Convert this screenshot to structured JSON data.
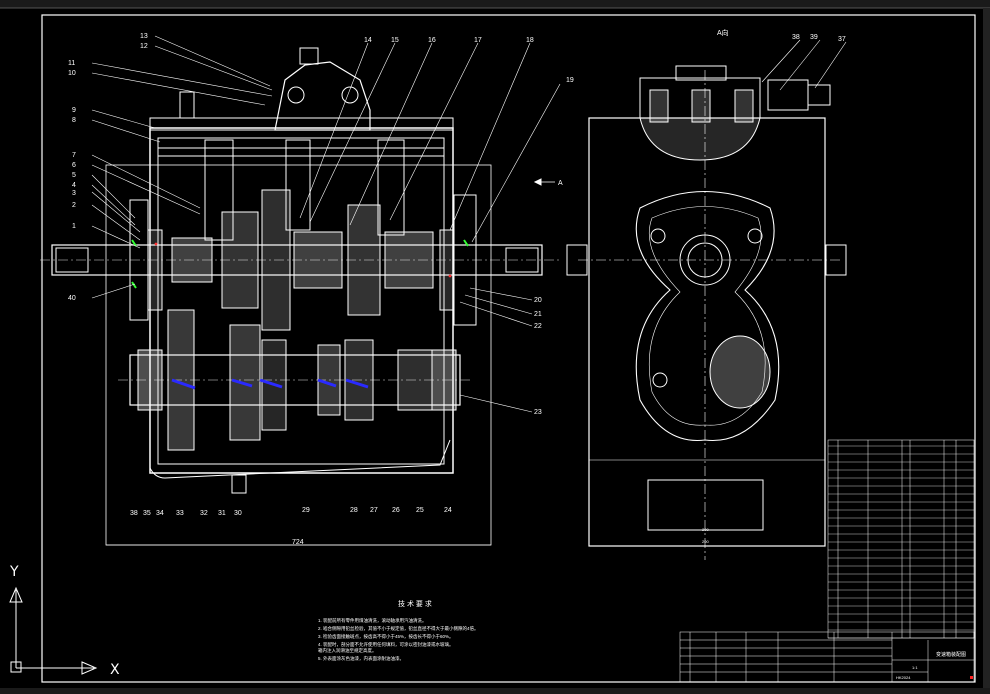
{
  "drawing": {
    "view_label": "A向",
    "arrow_label": "A",
    "section_width_dim": "724",
    "right_dims": [
      "200",
      "200"
    ]
  },
  "leader_numbers_top": [
    "13",
    "12",
    "11",
    "10",
    "9",
    "8",
    "7",
    "6",
    "5",
    "4",
    "3",
    "2",
    "1",
    "40",
    "14",
    "15",
    "16",
    "17",
    "18",
    "19"
  ],
  "leader_numbers_right": [
    "20",
    "21",
    "22",
    "23"
  ],
  "leader_numbers_bottom": [
    "38",
    "35",
    "34",
    "33",
    "32",
    "31",
    "30",
    "29",
    "28",
    "27",
    "26",
    "25",
    "24"
  ],
  "view_numbers": [
    "38",
    "39",
    "37"
  ],
  "tech_requirements": {
    "title": "技 术 要 求",
    "lines": [
      "1. 装配前所有零件用煤油清洗，滚动轴承用汽油清洗。",
      "2. 啮合侧隙用铅丝检验，其值不小于规定值，铅丝直径不得大于最小侧隙的4倍。",
      "3. 检验齿面接触斑点，按齿高不得小于45%，按齿长不得小于60%。",
      "4. 装配时，剖分面不允许使用任何填料，可涂以密封油漆或水玻璃。",
      "   箱内注入润滑油至规定高度。",
      "5. 外表面涂灰色油漆，内表面涂耐油油漆。"
    ]
  },
  "ucs": {
    "y_label": "Y",
    "x_label": "X"
  },
  "title_block": {
    "drawing_name": "变速箱装配图",
    "code": "HK2024",
    "scale": "1:1"
  }
}
